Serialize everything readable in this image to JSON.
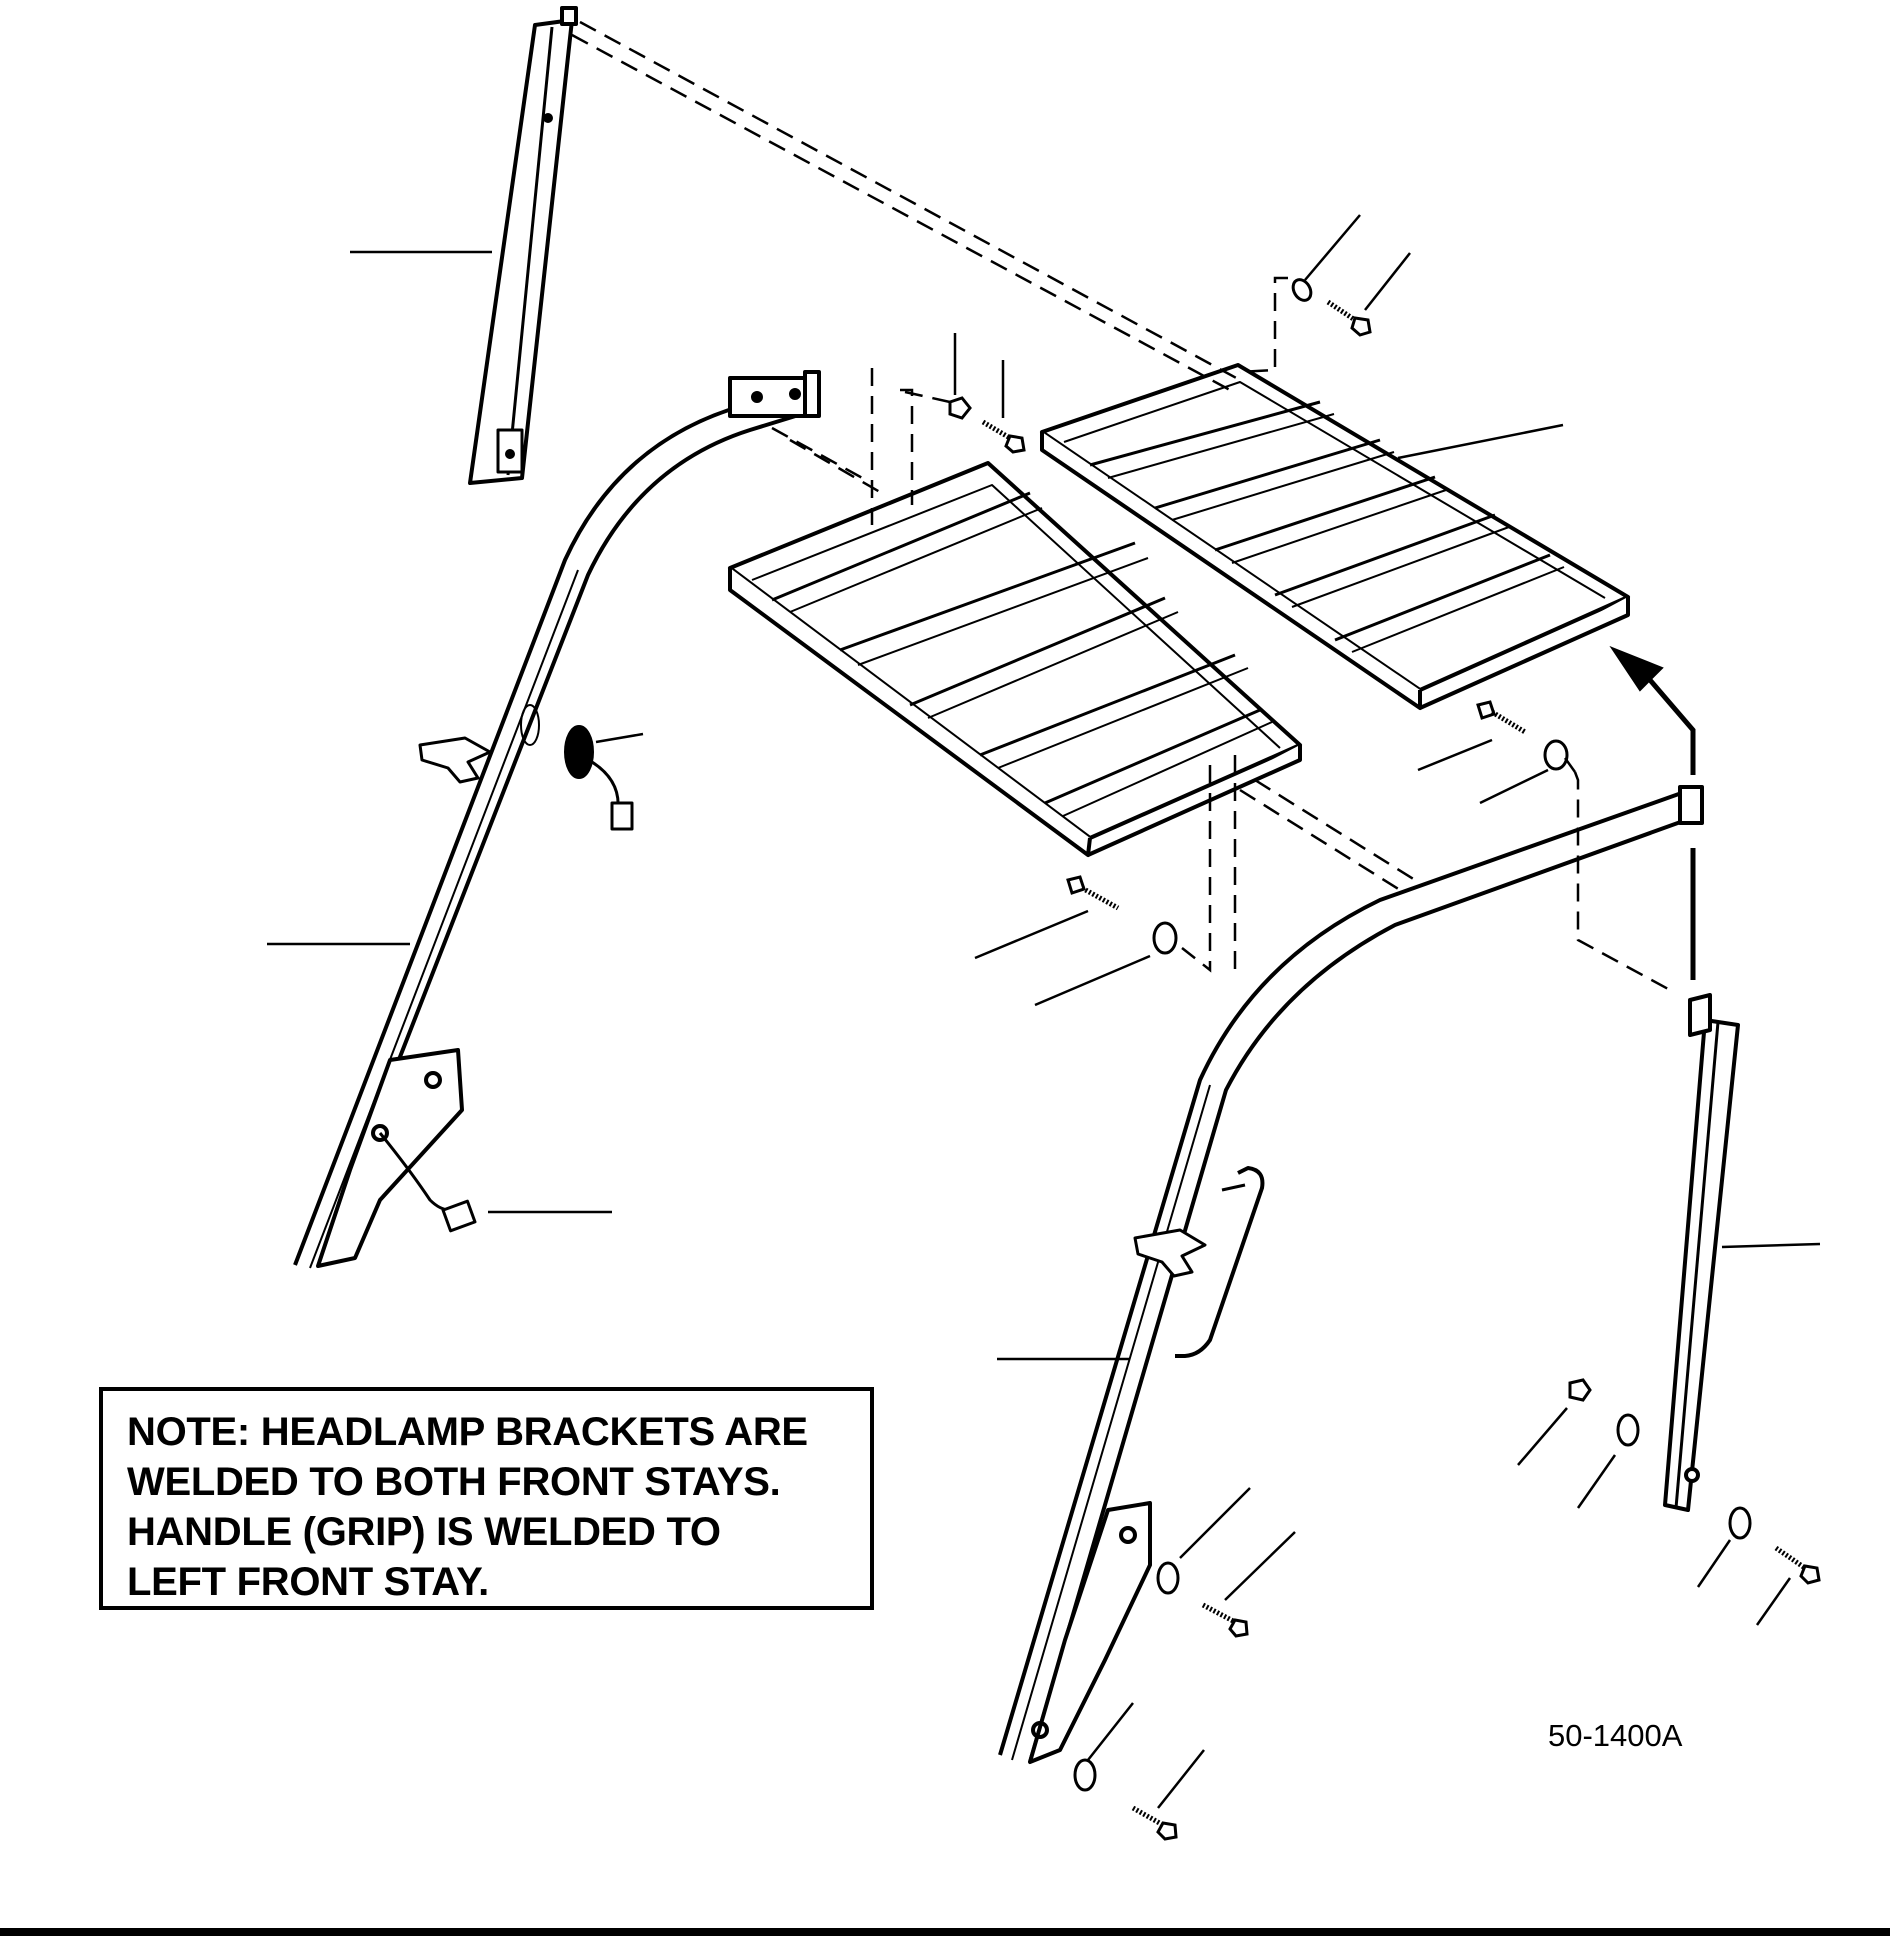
{
  "note": {
    "lines": [
      "NOTE:  HEADLAMP BRACKETS ARE",
      "WELDED TO BOTH FRONT STAYS.",
      "HANDLE (GRIP) IS WELDED TO",
      "LEFT FRONT STAY."
    ]
  },
  "drawing_number": "50-1400A"
}
